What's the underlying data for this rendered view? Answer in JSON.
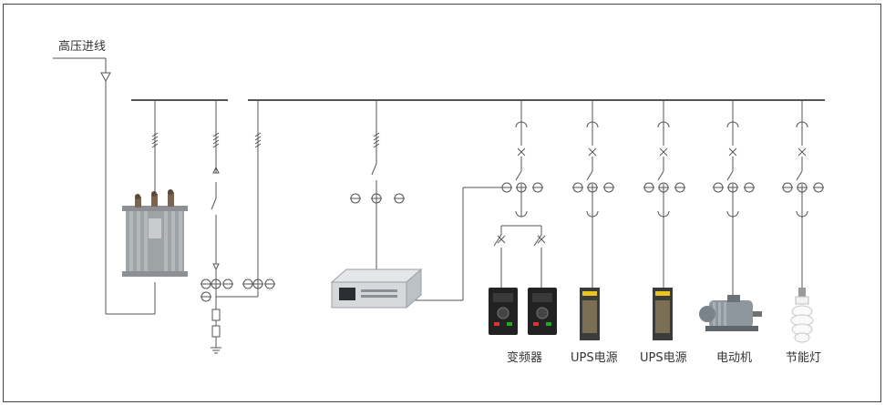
{
  "diagram": {
    "title": "高压进线",
    "load_labels": [
      "变频器",
      "UPS电源",
      "UPS电源",
      "电动机",
      "节能灯"
    ],
    "colors": {
      "line": "#555555",
      "frame": "#444444",
      "text": "#333333"
    },
    "icons": [
      "transformer-icon",
      "power-filter-device-icon",
      "inverter-icon",
      "ups-module-icon",
      "electric-motor-icon",
      "energy-saving-lamp-icon"
    ]
  }
}
